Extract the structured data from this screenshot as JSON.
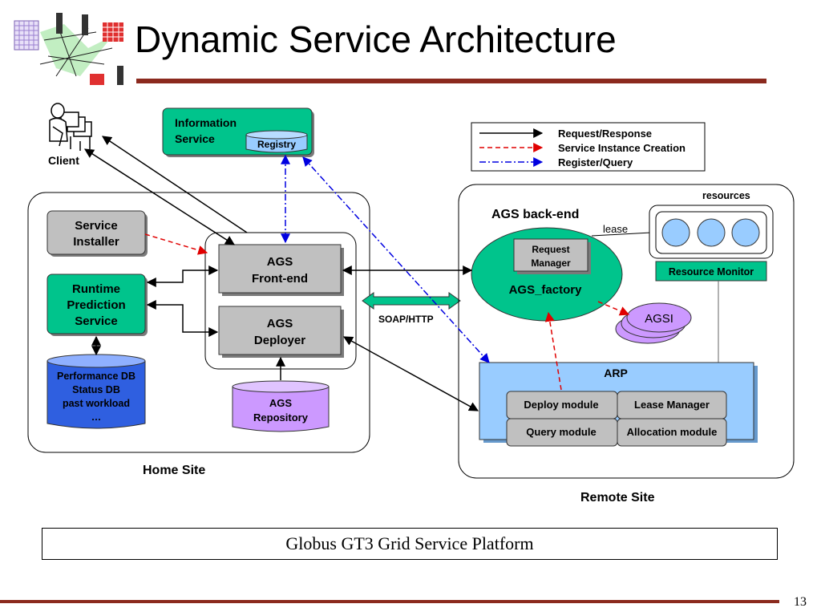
{
  "slide": {
    "title": "Dynamic Service Architecture",
    "page_number": "13",
    "platform": "Globus GT3 Grid Service Platform"
  },
  "legend": {
    "request_response": "Request/Response",
    "service_instance_creation": "Service Instance Creation",
    "register_query": "Register/Query"
  },
  "client": {
    "label": "Client"
  },
  "information_service": {
    "line1": "Information",
    "line2": "Service",
    "registry": "Registry"
  },
  "home_site": {
    "label": "Home Site",
    "service_installer": [
      "Service",
      "Installer"
    ],
    "runtime_prediction": [
      "Runtime",
      "Prediction",
      "Service"
    ],
    "databases": [
      "Performance DB",
      "Status DB",
      "past workload",
      "…"
    ],
    "ags_frontend": [
      "AGS",
      "Front-end"
    ],
    "ags_deployer": [
      "AGS",
      "Deployer"
    ],
    "ags_repository": [
      "AGS",
      "Repository"
    ]
  },
  "soap": {
    "label": "SOAP/HTTP"
  },
  "remote_site": {
    "label": "Remote Site",
    "backend": "AGS back-end",
    "request_manager": [
      "Request",
      "Manager"
    ],
    "ags_factory": "AGS_factory",
    "agsi": "AGSI",
    "lease": "lease",
    "resources": "resources",
    "resource_monitor": "Resource Monitor",
    "arp": "ARP",
    "deploy_module": "Deploy module",
    "lease_manager": "Lease Manager",
    "query_module": "Query module",
    "allocation_module": "Allocation module"
  },
  "colors": {
    "green": "#00C48C",
    "gray": "#C0C0C0",
    "blue": "#99CCFF",
    "purple": "#CC99FF",
    "accent_rule": "#8B2A1E"
  }
}
